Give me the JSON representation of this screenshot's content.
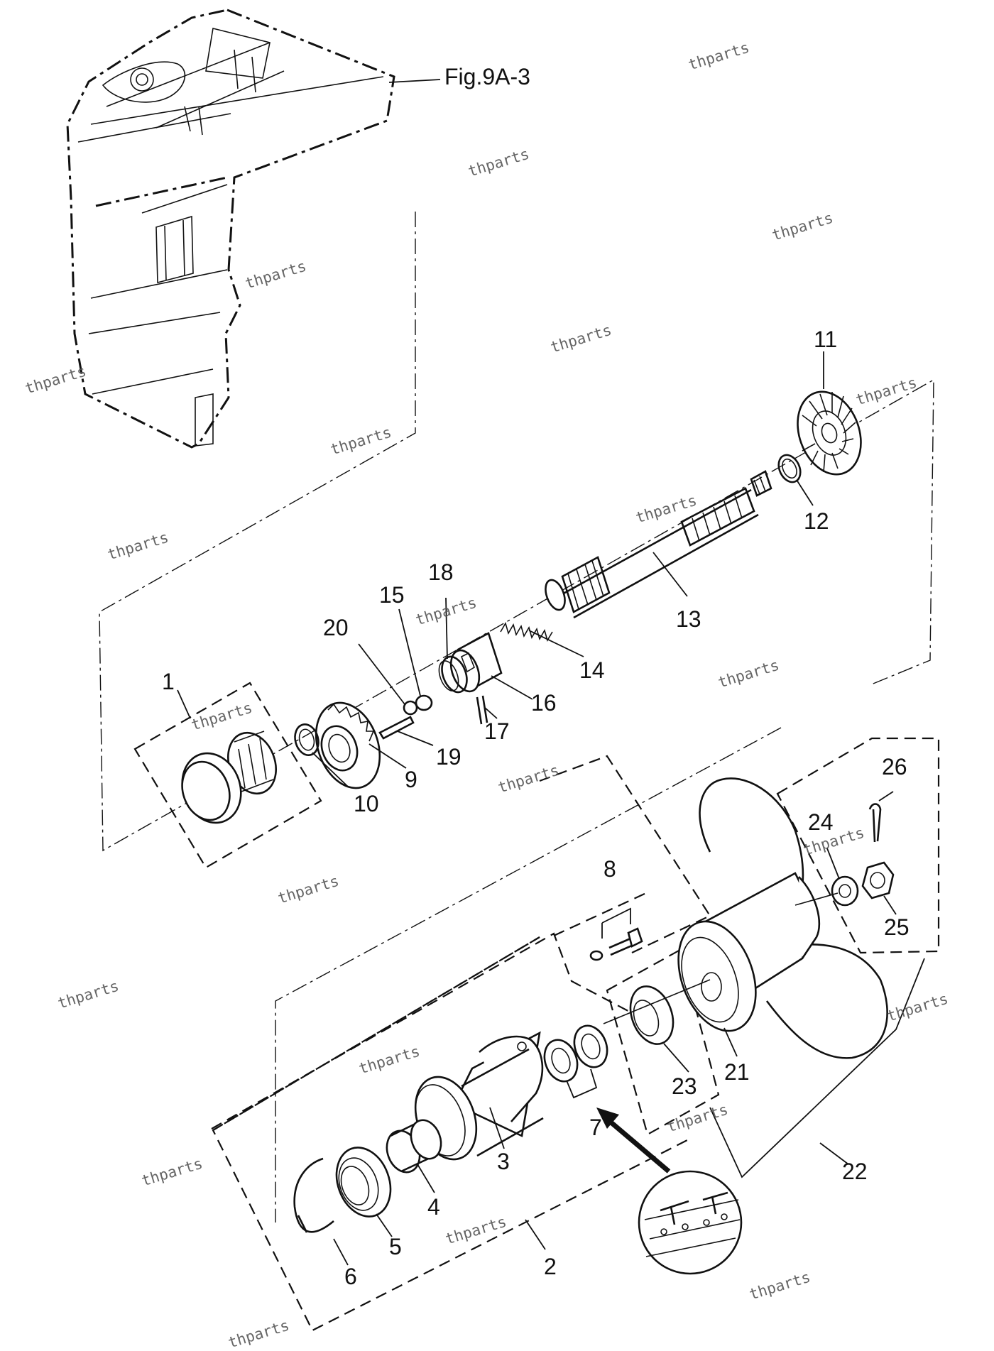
{
  "figure_ref": "Fig.9A-3",
  "part_numbers": [
    "1",
    "2",
    "3",
    "4",
    "5",
    "6",
    "7",
    "8",
    "9",
    "10",
    "11",
    "12",
    "13",
    "14",
    "15",
    "16",
    "17",
    "18",
    "19",
    "20",
    "21",
    "22",
    "23",
    "24",
    "25",
    "26"
  ],
  "watermark": "thparts"
}
